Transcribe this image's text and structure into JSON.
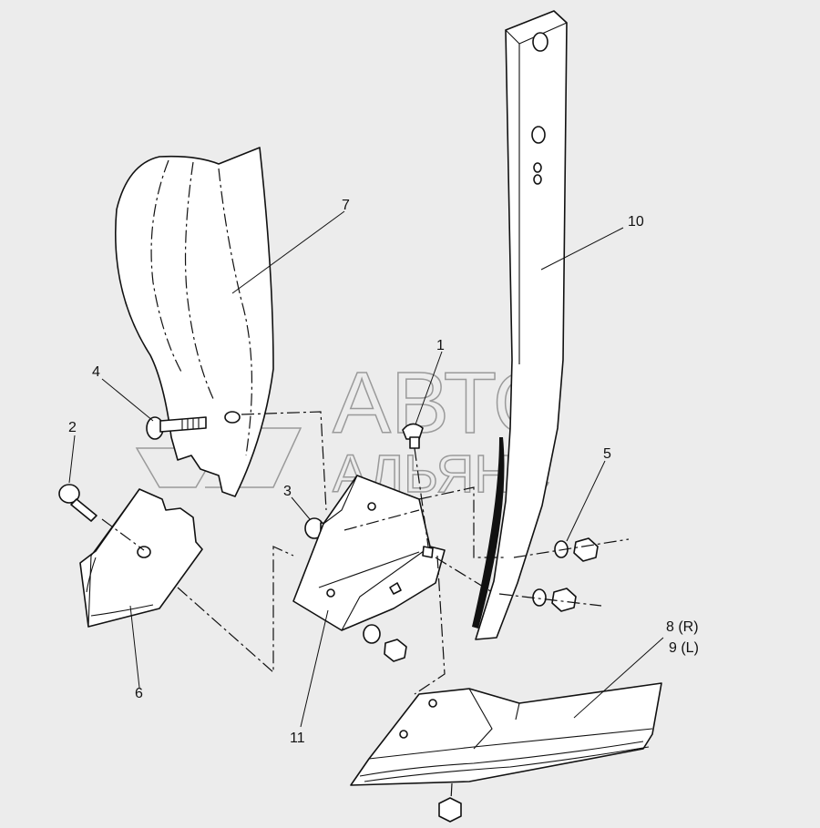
{
  "watermark": {
    "line1": "АВТО",
    "line2": "АЛЬЯНС"
  },
  "callouts": [
    {
      "id": "1",
      "text": "1"
    },
    {
      "id": "2",
      "text": "2"
    },
    {
      "id": "3",
      "text": "3"
    },
    {
      "id": "4",
      "text": "4"
    },
    {
      "id": "5",
      "text": "5"
    },
    {
      "id": "6",
      "text": "6"
    },
    {
      "id": "7",
      "text": "7"
    },
    {
      "id": "8",
      "text": "8 (R)"
    },
    {
      "id": "9",
      "text": "9 (L)"
    },
    {
      "id": "10",
      "text": "10"
    },
    {
      "id": "11",
      "text": "11"
    }
  ]
}
